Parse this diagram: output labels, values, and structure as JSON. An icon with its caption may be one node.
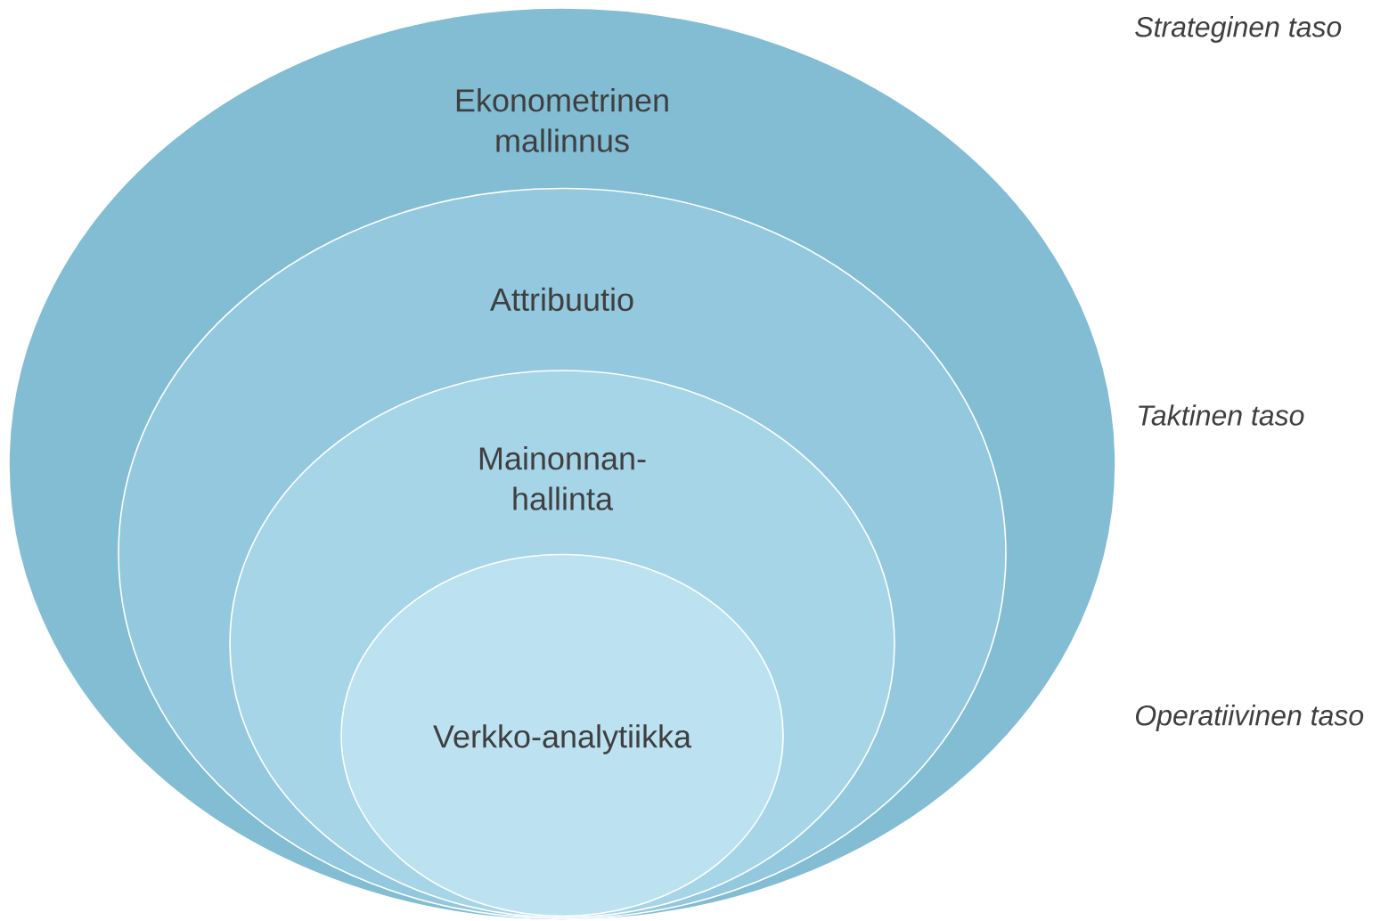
{
  "diagram": {
    "nodes": [
      {
        "text": [
          "Ekonometrinen mallinnus"
        ]
      },
      {
        "text": [
          "Attribuutio"
        ],
        "in": 0
      },
      {
        "text": [
          "Mainonnan-hallinta"
        ],
        "in": 1
      },
      {
        "text": [
          "Verkko-analytiikka"
        ],
        "in": 2
      }
    ],
    "labels": [
      "Strateginen taso",
      "Taktinen taso",
      "Operatiivinen taso"
    ]
  }
}
